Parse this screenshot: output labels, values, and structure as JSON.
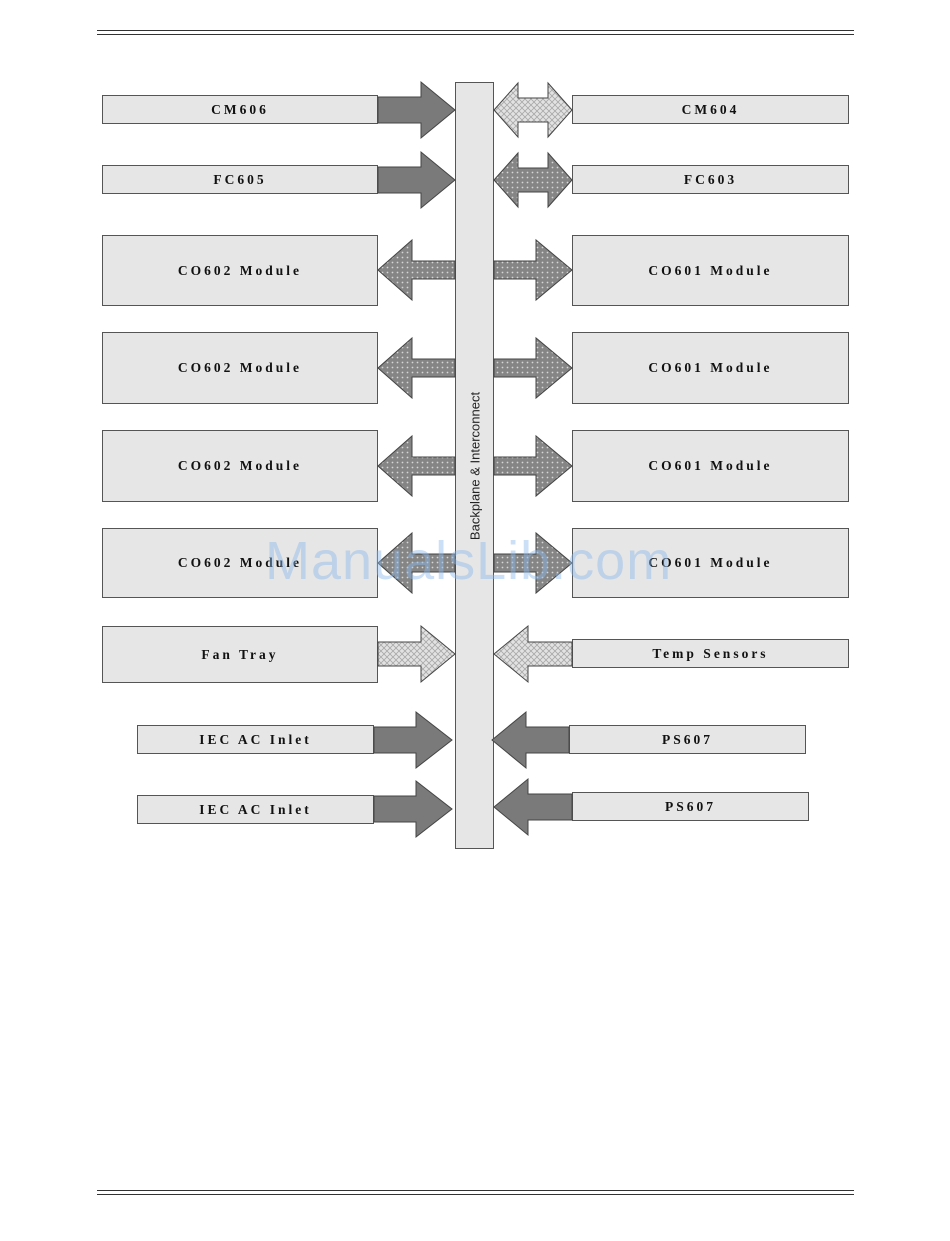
{
  "diagram": {
    "backplane_label": "Backplane & Interconnect",
    "left_boxes": [
      {
        "label": "CM606"
      },
      {
        "label": "FC605"
      },
      {
        "label": "CO602 Module"
      },
      {
        "label": "CO602 Module"
      },
      {
        "label": "CO602 Module"
      },
      {
        "label": "CO602 Module"
      },
      {
        "label": "Fan Tray"
      },
      {
        "label": "IEC AC Inlet"
      },
      {
        "label": "IEC AC Inlet"
      }
    ],
    "right_boxes": [
      {
        "label": "CM604"
      },
      {
        "label": "FC603"
      },
      {
        "label": "CO601 Module"
      },
      {
        "label": "CO601 Module"
      },
      {
        "label": "CO601 Module"
      },
      {
        "label": "CO601 Module"
      },
      {
        "label": "Temp Sensors"
      },
      {
        "label": "PS607"
      },
      {
        "label": "PS607"
      }
    ],
    "arrow_colors": {
      "solid": "#7a7a7a",
      "dotted": "#8c8c8c",
      "hatched": "#d4d4d4"
    }
  },
  "watermark": "ManualsLib.com"
}
